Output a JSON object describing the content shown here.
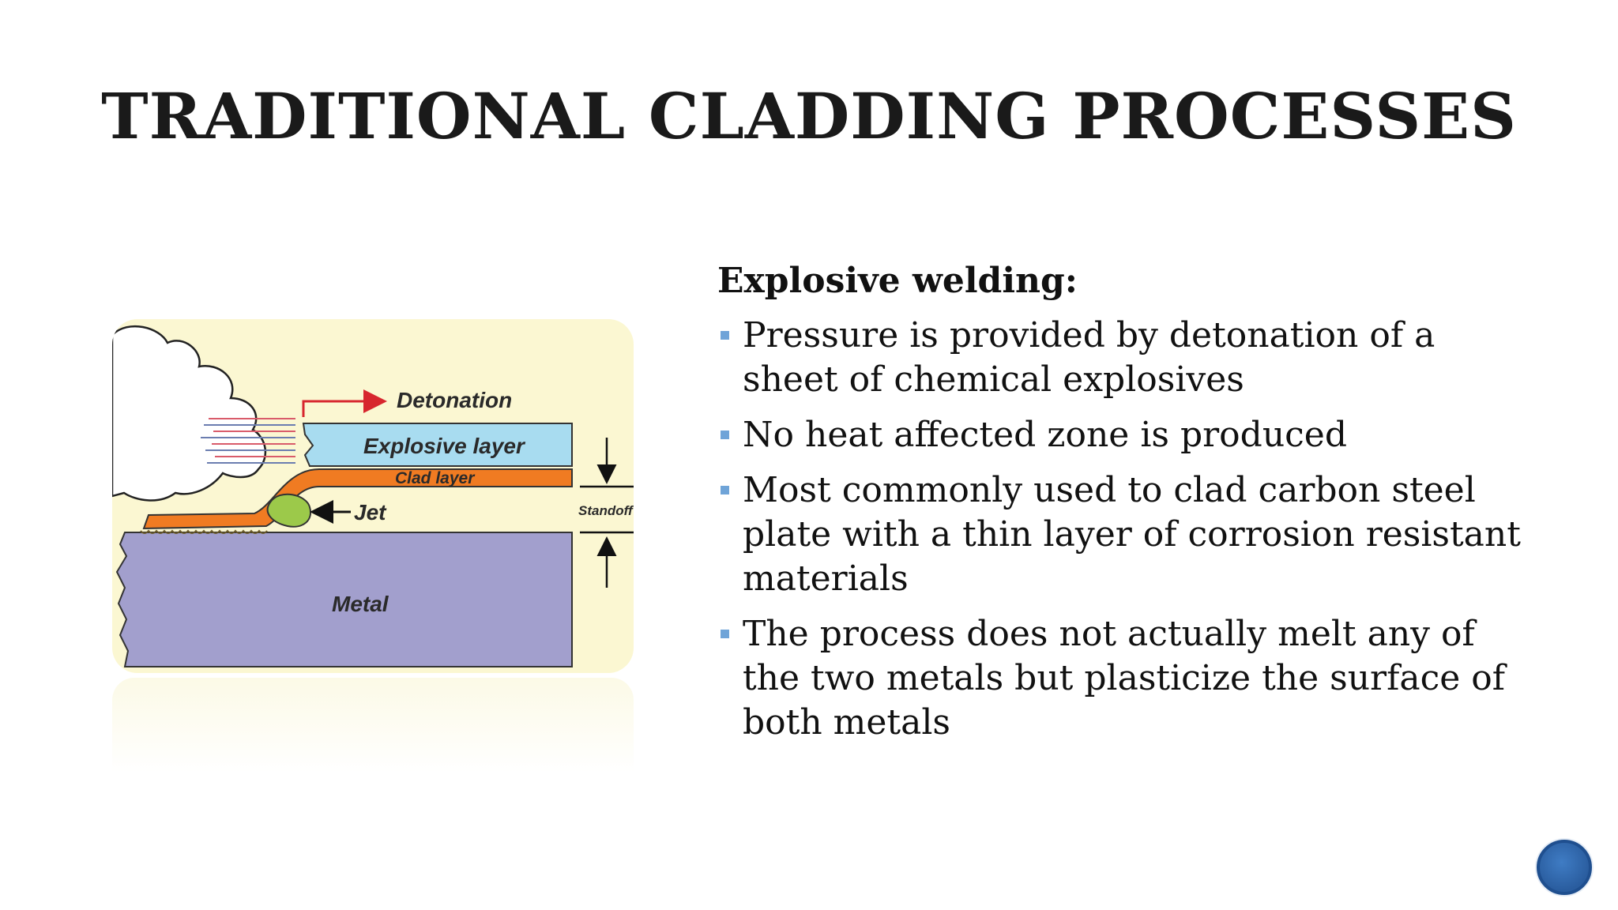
{
  "slide": {
    "title": "TRADITIONAL CLADDING PROCESSES"
  },
  "figure": {
    "labels": {
      "detonation": "Detonation",
      "explosive_layer": "Explosive layer",
      "clad_layer": "Clad layer",
      "jet": "Jet",
      "standoff": "Standoff",
      "metal": "Metal"
    },
    "colors": {
      "background": "#fbf7d2",
      "explosive_layer": "#a8dcf0",
      "clad_layer": "#f07b22",
      "metal": "#a29fcd",
      "jet": "#9cc94a",
      "arrow": "#d7262e"
    }
  },
  "content": {
    "heading": "Explosive welding:",
    "bullets": [
      "Pressure is provided by detonation of a sheet of chemical explosives",
      "No heat affected zone is produced",
      "Most commonly used to clad carbon steel plate with a thin layer of corrosion resistant materials",
      "The process does not actually melt any of the two metals but plasticize the surface of both metals"
    ],
    "bullet_color": "#6fa4d8"
  },
  "nav": {
    "icon": "circle-nav-icon",
    "color": "#2f6db5"
  }
}
